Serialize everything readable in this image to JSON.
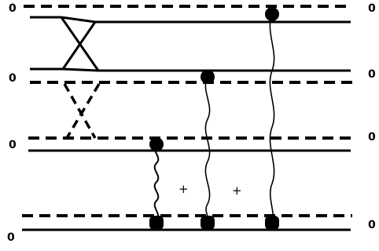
{
  "labels": {
    "left": [
      "0",
      "0",
      "0",
      "0"
    ],
    "right": [
      "0",
      "0",
      "0",
      "0"
    ]
  },
  "signs": [
    "+",
    "+"
  ],
  "colors": {
    "ink": "#000000",
    "background": "#ffffff"
  }
}
